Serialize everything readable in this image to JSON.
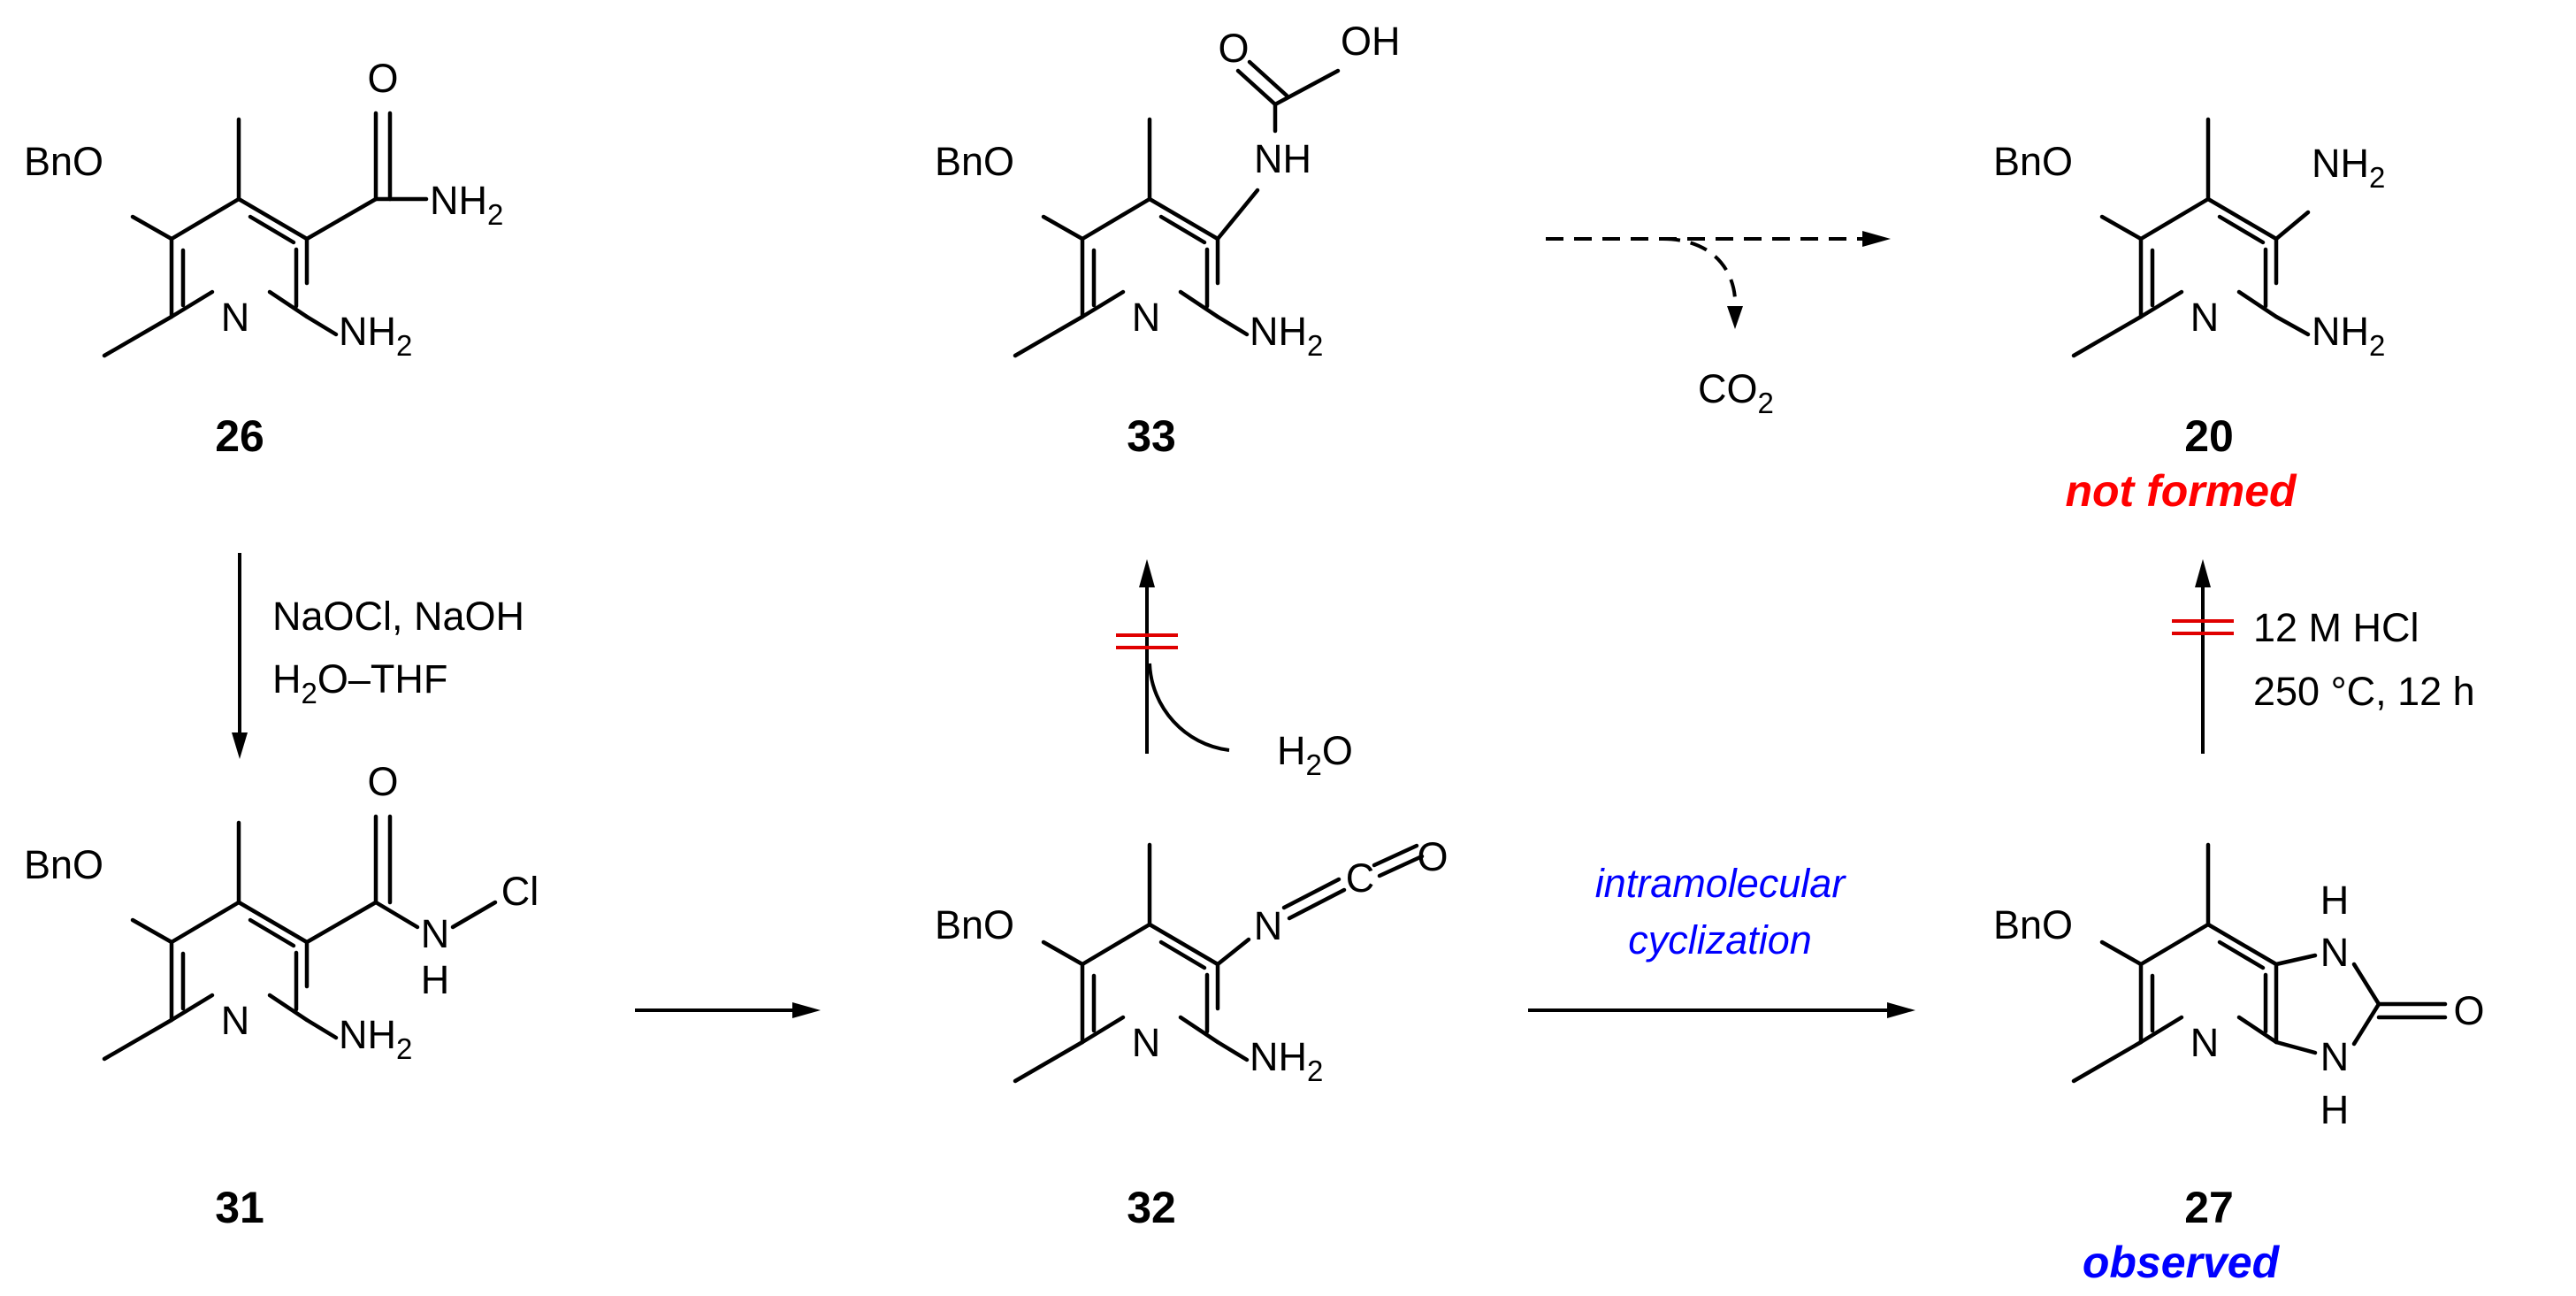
{
  "colors": {
    "text": "#000000",
    "not_formed": "#ff0000",
    "blue_accent": "#0000ff",
    "blocked_mark": "#e00000"
  },
  "compounds": {
    "c26": {
      "number": "26",
      "substituent_bno": "BnO",
      "ring_n": "N",
      "carbonyl_o": "O",
      "amide_n": "NH",
      "amide_n_sub": "2",
      "amino_n": "NH",
      "amino_sub": "2"
    },
    "c33": {
      "number": "33",
      "substituent_bno": "BnO",
      "ring_n": "N",
      "carbonyl_o": "O",
      "hydroxyl": "OH",
      "carbamate_nh": "NH",
      "amino_n": "NH",
      "amino_sub": "2"
    },
    "c20": {
      "number": "20",
      "substituent_bno": "BnO",
      "ring_n": "N",
      "amino3_n": "NH",
      "amino3_sub": "2",
      "amino2_n": "NH",
      "amino2_sub": "2",
      "status": "not formed"
    },
    "c31": {
      "number": "31",
      "substituent_bno": "BnO",
      "ring_n": "N",
      "carbonyl_o": "O",
      "n_atom": "N",
      "n_h": "H",
      "cl": "Cl",
      "amino_n": "NH",
      "amino_sub": "2"
    },
    "c32": {
      "number": "32",
      "substituent_bno": "BnO",
      "ring_n": "N",
      "iso_n": "N",
      "iso_c": "C",
      "iso_o": "O",
      "amino_n": "NH",
      "amino_sub": "2"
    },
    "c27": {
      "number": "27",
      "substituent_bno": "BnO",
      "ring_n": "N",
      "n1": "N",
      "h1": "H",
      "n3": "N",
      "h3": "H",
      "carbonyl_o": "O",
      "status": "observed"
    }
  },
  "reactions": {
    "step_26_to_31": {
      "line1": "NaOCl, NaOH",
      "line2_h": "H",
      "line2_sub": "2",
      "line2_rest": "O–THF"
    },
    "step_32_to_33": {
      "reagent_h": "H",
      "reagent_sub": "2",
      "reagent_rest": "O",
      "blocked": true
    },
    "step_33_to_20": {
      "byproduct_c": "CO",
      "byproduct_sub": "2",
      "hypothetical": true
    },
    "step_32_to_27": {
      "line1": "intramolecular",
      "line2": "cyclization"
    },
    "step_27_to_20": {
      "line1": "12 M HCl",
      "line2": "250 °C, 12 h",
      "blocked": true
    }
  }
}
